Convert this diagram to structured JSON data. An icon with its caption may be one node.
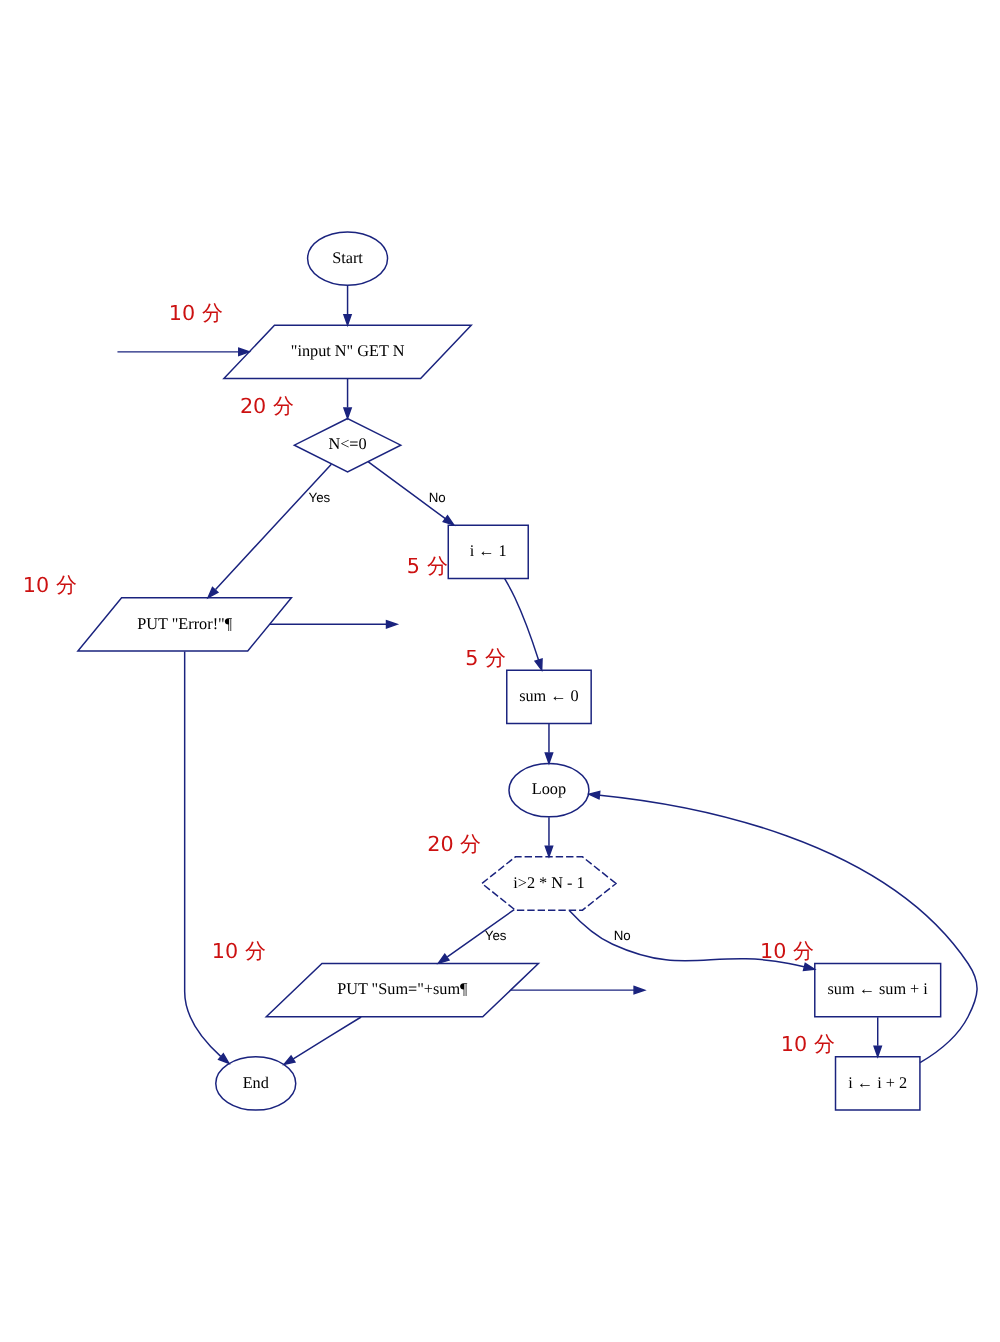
{
  "diagram": {
    "nodes": [
      {
        "text": [
          "Start"
        ]
      },
      {
        "text": [
          "\"input N\" GET N"
        ],
        "beside": [
          "10 分"
        ]
      },
      {
        "text": [
          "N<=0"
        ],
        "beside": [
          "20 分"
        ]
      },
      {
        "text": [
          "PUT \"Error!\"¶"
        ],
        "beside": [
          "10 分"
        ]
      },
      {
        "text": [
          "i ← 1"
        ],
        "beside": [
          "5 分"
        ]
      },
      {
        "text": [
          "sum ← 0"
        ],
        "beside": [
          "5 分"
        ]
      },
      {
        "text": [
          "Loop"
        ]
      },
      {
        "text": [
          "i>2 * N - 1"
        ],
        "beside": [
          "20 分"
        ]
      },
      {
        "text": [
          "sum ← sum + i"
        ],
        "beside": [
          "10 分"
        ]
      },
      {
        "text": [
          "i ← i + 2"
        ],
        "beside": [
          "10 分"
        ]
      },
      {
        "text": [
          "PUT \"Sum=\"+sum¶"
        ],
        "beside": [
          "10 分"
        ]
      },
      {
        "text": [
          "End"
        ]
      }
    ],
    "edges": [
      {
        "from": null,
        "to": 1,
        "arrow": "to"
      },
      {
        "from": 0,
        "to": 1,
        "arrow": "to"
      },
      {
        "from": 1,
        "to": 2,
        "arrow": "to"
      },
      {
        "from": 2,
        "to": 3,
        "arrow": "to",
        "label": "Yes"
      },
      {
        "from": 2,
        "to": 4,
        "arrow": "to",
        "label": "No"
      },
      {
        "from": 3,
        "to": null,
        "arrow": "to"
      },
      {
        "from": 4,
        "to": 5,
        "arrow": "to"
      },
      {
        "from": 5,
        "to": 6,
        "arrow": "to"
      },
      {
        "from": 6,
        "to": 7,
        "arrow": "to"
      },
      {
        "from": 7,
        "to": 8,
        "arrow": "to",
        "label": "No"
      },
      {
        "from": 8,
        "to": 9,
        "arrow": "to"
      },
      {
        "from": 9,
        "to": 6,
        "arrow": "to"
      },
      {
        "from": 7,
        "to": 10,
        "arrow": "to",
        "label": "Yes"
      },
      {
        "from": 10,
        "to": null,
        "arrow": "to"
      },
      {
        "from": 3,
        "to": 11,
        "arrow": "to"
      },
      {
        "from": 10,
        "to": 11,
        "arrow": "to"
      }
    ]
  }
}
